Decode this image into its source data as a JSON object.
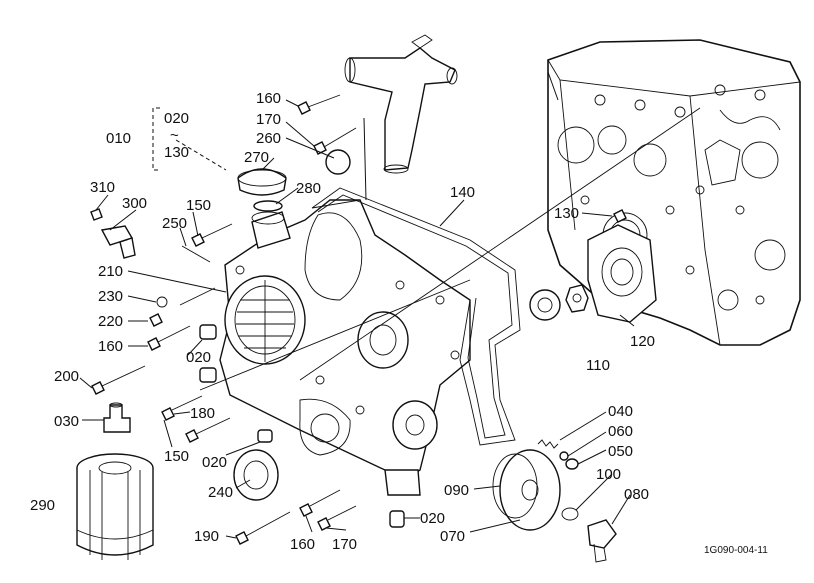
{
  "diagram": {
    "drawing_code": "1G090-004-11",
    "group_range": {
      "group": "010",
      "from": "020",
      "tilde": "~",
      "to": "130"
    },
    "callouts": {
      "p160a": "160",
      "p170a": "170",
      "p260": "260",
      "p270": "270",
      "p280": "280",
      "p310": "310",
      "p300": "300",
      "p150a": "150",
      "p250": "250",
      "p140": "140",
      "p130": "130",
      "p210": "210",
      "p230": "230",
      "p220": "220",
      "p160b": "160",
      "p020a": "020",
      "p120": "120",
      "p110": "110",
      "p200": "200",
      "p030": "030",
      "p180": "180",
      "p150b": "150",
      "p040": "040",
      "p060": "060",
      "p050": "050",
      "p020b": "020",
      "p090": "090",
      "p100": "100",
      "p080": "080",
      "p240": "240",
      "p290": "290",
      "p190": "190",
      "p160c": "160",
      "p170b": "170",
      "p020c": "020",
      "p070": "070"
    }
  }
}
